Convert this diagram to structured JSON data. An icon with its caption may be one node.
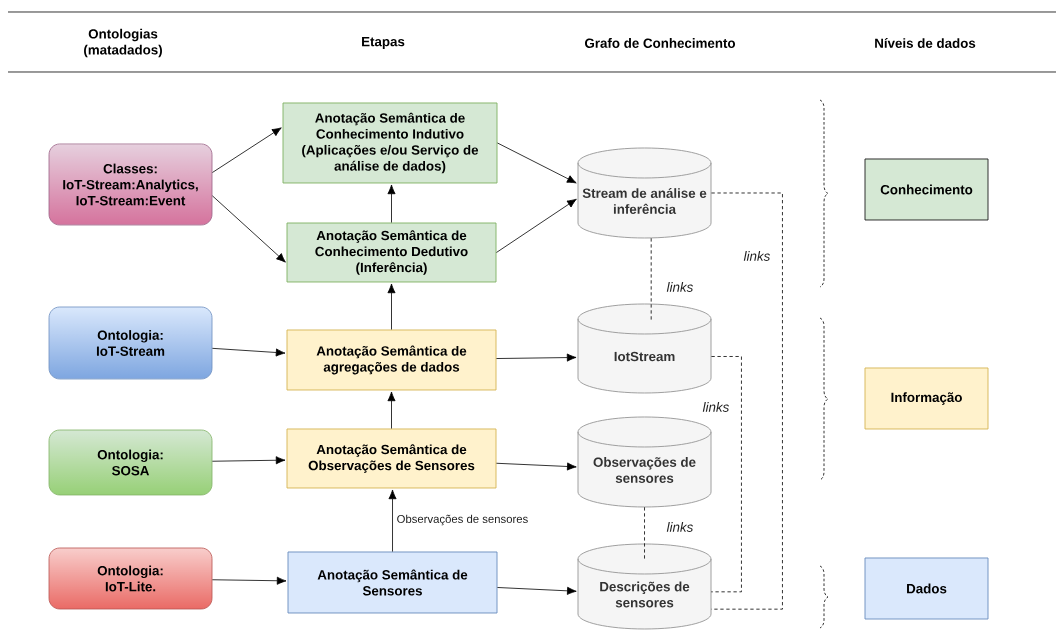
{
  "diagram": {
    "nodes": [
      {
        "text": [
          "Classes: IoT-Stream:Analytics, IoT-Stream:Event"
        ]
      },
      {
        "text": [
          "Ontologia: IoT-Stream"
        ]
      },
      {
        "text": [
          "Ontologia: SOSA"
        ]
      },
      {
        "text": [
          "Ontologia: IoT-Lite."
        ]
      },
      {
        "text": [
          "Anotação Semântica de Conhecimento Indutivo (Aplicações e/ou Serviço de análise de dados)"
        ]
      },
      {
        "text": [
          "Anotação Semântica de Conhecimento Dedutivo (Inferência)"
        ]
      },
      {
        "text": [
          "Anotação Semântica de agregações de dados"
        ]
      },
      {
        "text": [
          "Anotação Semântica de Observações de Sensores"
        ]
      },
      {
        "text": [
          "Anotação Semântica de Sensores"
        ]
      },
      {
        "text": [
          "Stream de análise e inferência"
        ]
      },
      {
        "text": [
          "IotStream"
        ]
      },
      {
        "text": [
          "Observações de sensores"
        ]
      },
      {
        "text": [
          "Descrições de sensores"
        ]
      },
      {
        "text": [
          "Conhecimento"
        ]
      },
      {
        "text": [
          "Informação"
        ]
      },
      {
        "text": [
          "Dados"
        ]
      }
    ],
    "edges": [
      {
        "from": 0,
        "to": 4,
        "arrow": "to"
      },
      {
        "from": 0,
        "to": 5,
        "arrow": "to"
      },
      {
        "from": 1,
        "to": 6,
        "arrow": "to"
      },
      {
        "from": 2,
        "to": 7,
        "arrow": "to"
      },
      {
        "from": 3,
        "to": 8,
        "arrow": "to"
      },
      {
        "from": 5,
        "to": 4,
        "arrow": "to"
      },
      {
        "from": 6,
        "to": 5,
        "arrow": "to"
      },
      {
        "from": 7,
        "to": 6,
        "arrow": "to"
      },
      {
        "from": 8,
        "to": 7,
        "arrow": "to",
        "label": "Observações de sensores"
      },
      {
        "from": 4,
        "to": 9,
        "arrow": "to"
      },
      {
        "from": 5,
        "to": 9,
        "arrow": "to"
      },
      {
        "from": 6,
        "to": 10,
        "arrow": "to"
      },
      {
        "from": 7,
        "to": 11,
        "arrow": "to"
      },
      {
        "from": 8,
        "to": 12,
        "arrow": "to"
      },
      {
        "from": 9,
        "to": 10,
        "arrow": "none",
        "style": "dashed",
        "label": "links"
      },
      {
        "from": 11,
        "to": 12,
        "arrow": "none",
        "style": "dashed",
        "label": "links"
      },
      {
        "from": 10,
        "to": 12,
        "arrow": "none",
        "style": "dashed",
        "label": "links"
      },
      {
        "from": 9,
        "to": 12,
        "arrow": "none",
        "style": "dashed",
        "label": "links"
      }
    ],
    "labels": [
      "Ontologias (matadados)",
      "Etapas",
      "Grafo de Conhecimento",
      "Níveis de dados"
    ]
  }
}
